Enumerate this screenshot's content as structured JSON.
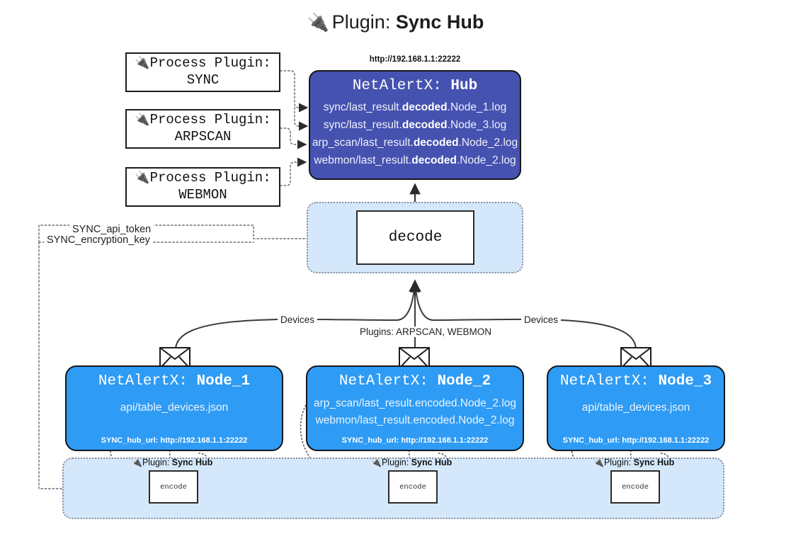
{
  "title": {
    "icon": "plug-icon",
    "prefix": "Plugin:",
    "name": "Sync Hub"
  },
  "process_plugins": [
    {
      "icon": "plug-icon",
      "line1": "Process Plugin:",
      "line2": "SYNC"
    },
    {
      "icon": "plug-icon",
      "line1": "Process Plugin:",
      "line2": "ARPSCAN"
    },
    {
      "icon": "plug-icon",
      "line1": "Process Plugin:",
      "line2": "WEBMON"
    }
  ],
  "hub": {
    "url": "http://192.168.1.1:22222",
    "title_prefix": "NetAlertX: ",
    "title_name": "Hub",
    "lines": [
      {
        "pre": "sync/last_result.",
        "bold": "decoded",
        "post": ".Node_1.log"
      },
      {
        "pre": "sync/last_result.",
        "bold": "decoded",
        "post": ".Node_3.log"
      },
      {
        "pre": "arp_scan/last_result.",
        "bold": "decoded",
        "post": ".Node_2.log"
      },
      {
        "pre": "webmon/last_result.",
        "bold": "decoded",
        "post": ".Node_2.log"
      }
    ]
  },
  "decode": {
    "label": "decode"
  },
  "settings": {
    "api_token": "SYNC_api_token",
    "encryption_key": "SYNC_encryption_key"
  },
  "edge_labels": {
    "devices_left": "Devices",
    "devices_right": "Devices",
    "plugins_middle": "Plugins: ARPSCAN, WEBMON"
  },
  "nodes": [
    {
      "title_prefix": "NetAlertX: ",
      "title_name": "Node_1",
      "lines": [
        "api/table_devices.json"
      ],
      "footer": "SYNC_hub_url: http://192.168.1.1:22222",
      "envelope_icon": "envelope-icon"
    },
    {
      "title_prefix": "NetAlertX: ",
      "title_name": "Node_2",
      "lines": [
        "arp_scan/last_result.encoded.Node_2.log",
        "webmon/last_result.encoded.Node_2.log"
      ],
      "footer": "SYNC_hub_url: http://192.168.1.1:22222",
      "envelope_icon": "envelope-icon"
    },
    {
      "title_prefix": "NetAlertX: ",
      "title_name": "Node_3",
      "lines": [
        "api/table_devices.json"
      ],
      "footer": "SYNC_hub_url: http://192.168.1.1:22222",
      "envelope_icon": "envelope-icon"
    }
  ],
  "encoders": [
    {
      "icon": "plug-icon",
      "prefix": "Plugin:",
      "name": "Sync Hub",
      "box": "encode"
    },
    {
      "icon": "plug-icon",
      "prefix": "Plugin:",
      "name": "Sync Hub",
      "box": "encode"
    },
    {
      "icon": "plug-icon",
      "prefix": "Plugin:",
      "name": "Sync Hub",
      "box": "encode"
    }
  ],
  "colors": {
    "hub": "#4652b0",
    "node": "#2e9bf5",
    "panel": "#d5e8fb",
    "stroke": "#16161a",
    "background": "#ffffff"
  }
}
